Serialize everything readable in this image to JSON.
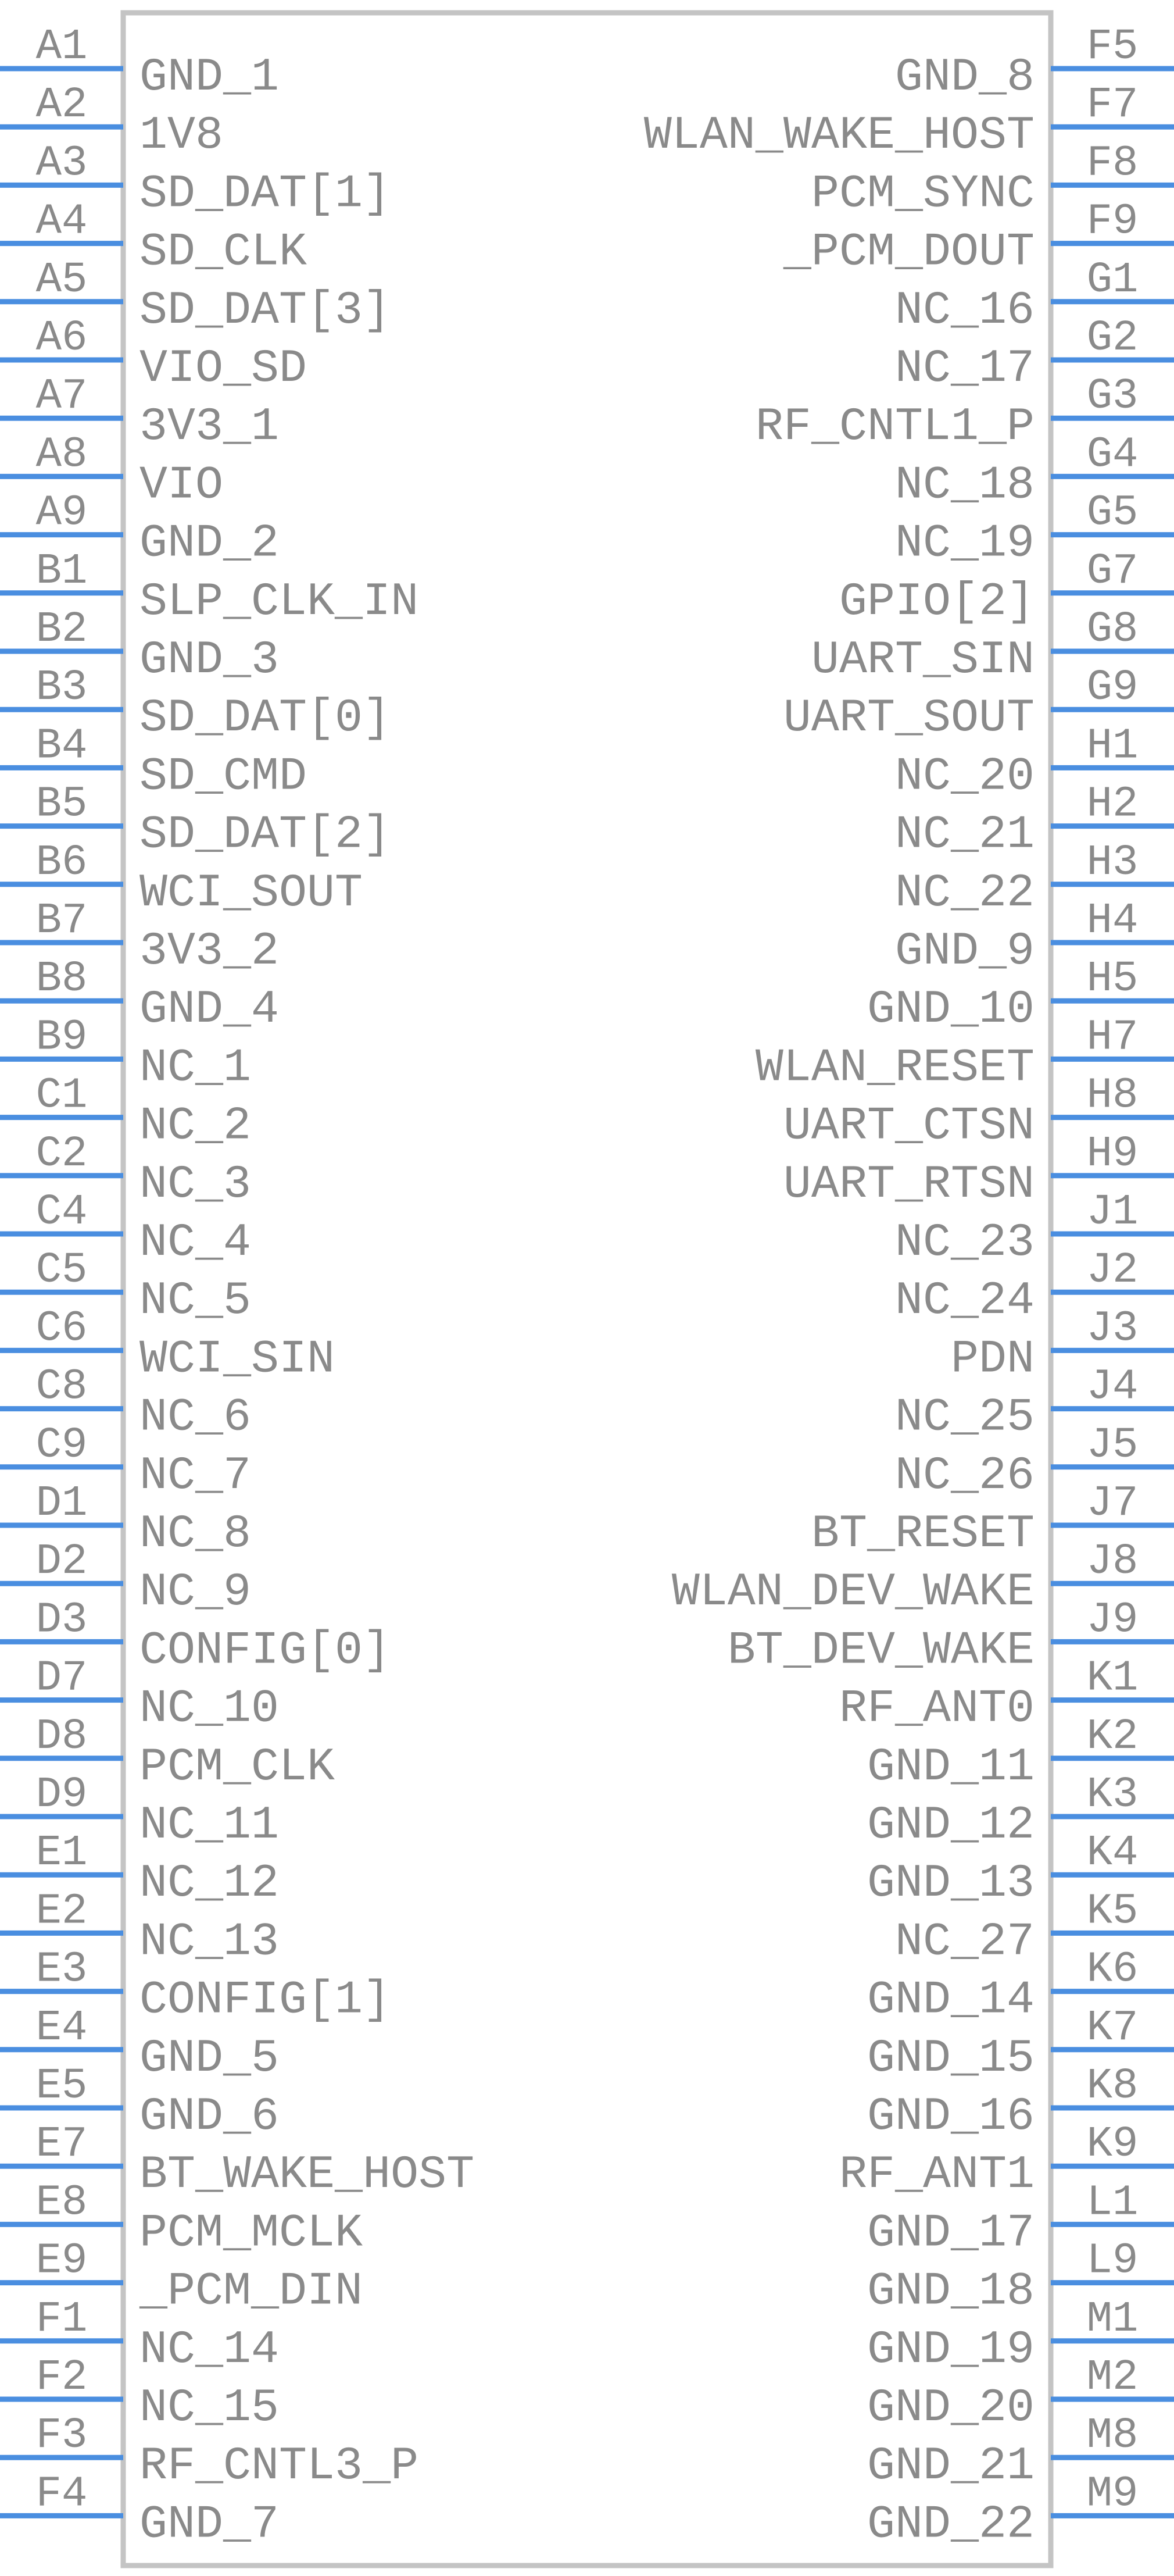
{
  "component": {
    "outline_color": "#c4c4c4",
    "pin_color": "#4a8ee0",
    "text_color": "#8a8a8a"
  },
  "left_pins": [
    {
      "number": "A1",
      "name": "GND_1"
    },
    {
      "number": "A2",
      "name": "1V8"
    },
    {
      "number": "A3",
      "name": "SD_DAT[1]"
    },
    {
      "number": "A4",
      "name": "SD_CLK"
    },
    {
      "number": "A5",
      "name": "SD_DAT[3]"
    },
    {
      "number": "A6",
      "name": "VIO_SD"
    },
    {
      "number": "A7",
      "name": "3V3_1"
    },
    {
      "number": "A8",
      "name": "VIO"
    },
    {
      "number": "A9",
      "name": "GND_2"
    },
    {
      "number": "B1",
      "name": "SLP_CLK_IN"
    },
    {
      "number": "B2",
      "name": "GND_3"
    },
    {
      "number": "B3",
      "name": "SD_DAT[0]"
    },
    {
      "number": "B4",
      "name": "SD_CMD"
    },
    {
      "number": "B5",
      "name": "SD_DAT[2]"
    },
    {
      "number": "B6",
      "name": "WCI_SOUT"
    },
    {
      "number": "B7",
      "name": "3V3_2"
    },
    {
      "number": "B8",
      "name": "GND_4"
    },
    {
      "number": "B9",
      "name": "NC_1"
    },
    {
      "number": "C1",
      "name": "NC_2"
    },
    {
      "number": "C2",
      "name": "NC_3"
    },
    {
      "number": "C4",
      "name": "NC_4"
    },
    {
      "number": "C5",
      "name": "NC_5"
    },
    {
      "number": "C6",
      "name": "WCI_SIN"
    },
    {
      "number": "C8",
      "name": "NC_6"
    },
    {
      "number": "C9",
      "name": "NC_7"
    },
    {
      "number": "D1",
      "name": "NC_8"
    },
    {
      "number": "D2",
      "name": "NC_9"
    },
    {
      "number": "D3",
      "name": "CONFIG[0]"
    },
    {
      "number": "D7",
      "name": "NC_10"
    },
    {
      "number": "D8",
      "name": "PCM_CLK"
    },
    {
      "number": "D9",
      "name": "NC_11"
    },
    {
      "number": "E1",
      "name": "NC_12"
    },
    {
      "number": "E2",
      "name": "NC_13"
    },
    {
      "number": "E3",
      "name": "CONFIG[1]"
    },
    {
      "number": "E4",
      "name": "GND_5"
    },
    {
      "number": "E5",
      "name": "GND_6"
    },
    {
      "number": "E7",
      "name": "BT_WAKE_HOST"
    },
    {
      "number": "E8",
      "name": "PCM_MCLK"
    },
    {
      "number": "E9",
      "name": "_PCM_DIN"
    },
    {
      "number": "F1",
      "name": "NC_14"
    },
    {
      "number": "F2",
      "name": "NC_15"
    },
    {
      "number": "F3",
      "name": "RF_CNTL3_P"
    },
    {
      "number": "F4",
      "name": "GND_7"
    }
  ],
  "right_pins": [
    {
      "number": "F5",
      "name": "GND_8"
    },
    {
      "number": "F7",
      "name": "WLAN_WAKE_HOST"
    },
    {
      "number": "F8",
      "name": "PCM_SYNC"
    },
    {
      "number": "F9",
      "name": "_PCM_DOUT"
    },
    {
      "number": "G1",
      "name": "NC_16"
    },
    {
      "number": "G2",
      "name": "NC_17"
    },
    {
      "number": "G3",
      "name": "RF_CNTL1_P"
    },
    {
      "number": "G4",
      "name": "NC_18"
    },
    {
      "number": "G5",
      "name": "NC_19"
    },
    {
      "number": "G7",
      "name": "GPIO[2]"
    },
    {
      "number": "G8",
      "name": "UART_SIN"
    },
    {
      "number": "G9",
      "name": "UART_SOUT"
    },
    {
      "number": "H1",
      "name": "NC_20"
    },
    {
      "number": "H2",
      "name": "NC_21"
    },
    {
      "number": "H3",
      "name": "NC_22"
    },
    {
      "number": "H4",
      "name": "GND_9"
    },
    {
      "number": "H5",
      "name": "GND_10"
    },
    {
      "number": "H7",
      "name": "WLAN_RESET"
    },
    {
      "number": "H8",
      "name": "UART_CTSN"
    },
    {
      "number": "H9",
      "name": "UART_RTSN"
    },
    {
      "number": "J1",
      "name": "NC_23"
    },
    {
      "number": "J2",
      "name": "NC_24"
    },
    {
      "number": "J3",
      "name": "PDN"
    },
    {
      "number": "J4",
      "name": "NC_25"
    },
    {
      "number": "J5",
      "name": "NC_26"
    },
    {
      "number": "J7",
      "name": "BT_RESET"
    },
    {
      "number": "J8",
      "name": "WLAN_DEV_WAKE"
    },
    {
      "number": "J9",
      "name": "BT_DEV_WAKE"
    },
    {
      "number": "K1",
      "name": "RF_ANT0"
    },
    {
      "number": "K2",
      "name": "GND_11"
    },
    {
      "number": "K3",
      "name": "GND_12"
    },
    {
      "number": "K4",
      "name": "GND_13"
    },
    {
      "number": "K5",
      "name": "NC_27"
    },
    {
      "number": "K6",
      "name": "GND_14"
    },
    {
      "number": "K7",
      "name": "GND_15"
    },
    {
      "number": "K8",
      "name": "GND_16"
    },
    {
      "number": "K9",
      "name": "RF_ANT1"
    },
    {
      "number": "L1",
      "name": "GND_17"
    },
    {
      "number": "L9",
      "name": "GND_18"
    },
    {
      "number": "M1",
      "name": "GND_19"
    },
    {
      "number": "M2",
      "name": "GND_20"
    },
    {
      "number": "M8",
      "name": "GND_21"
    },
    {
      "number": "M9",
      "name": "GND_22"
    }
  ]
}
